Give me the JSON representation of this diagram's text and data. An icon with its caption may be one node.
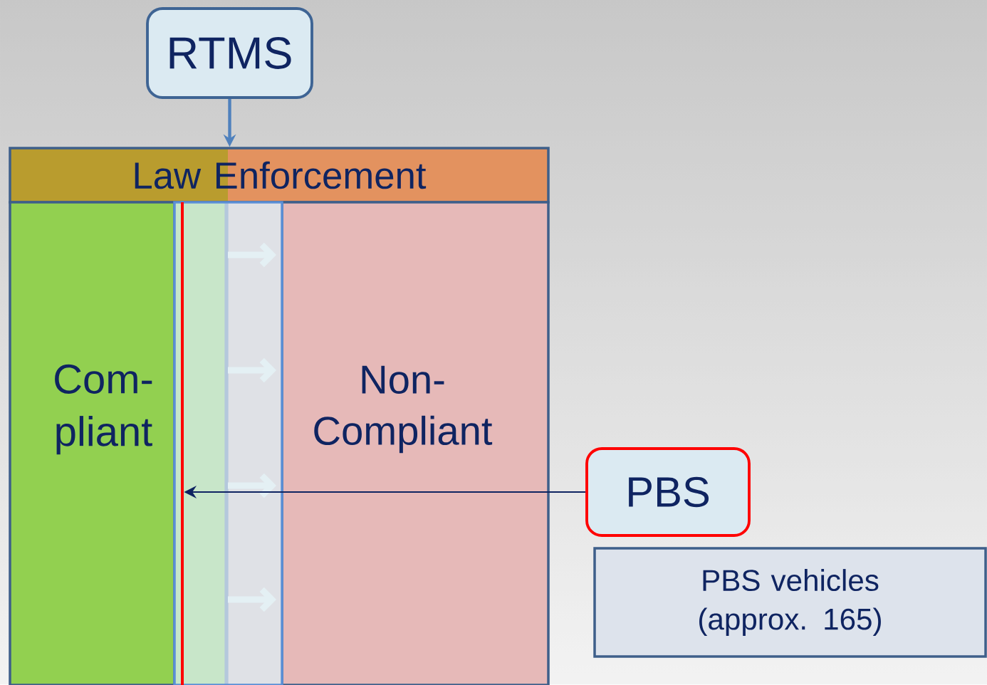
{
  "diagram": {
    "nodes": [
      {
        "text": [
          "RTMS"
        ]
      },
      {
        "text": [
          "Law Enforcement"
        ]
      },
      {
        "text": [
          "Com- pliant"
        ]
      },
      {
        "text": [
          "Non- Compliant"
        ]
      },
      {
        "text": [],
        "shape": "bar"
      },
      {
        "text": [
          "PBS"
        ]
      },
      {
        "text": [
          "PBS vehicles (approx. 165)"
        ]
      },
      {
        "text": [],
        "shape": "bar",
        "in": 4
      }
    ],
    "edges": [
      {
        "from": 0,
        "to": 1,
        "arrow": "to",
        "style": "thick",
        "color": "#4f81bd"
      },
      {
        "from": 5,
        "to": 7,
        "arrow": "to",
        "color": "#0f2461"
      }
    ]
  }
}
